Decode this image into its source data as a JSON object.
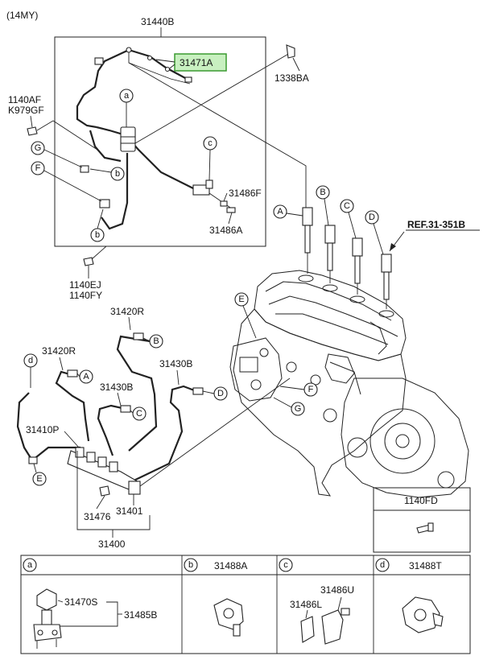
{
  "model_code": "(14MY)",
  "labels": {
    "p31440B": "31440B",
    "p31471A": "31471A",
    "p1338BA": "1338BA",
    "p1140AF": "1140AF",
    "pK979GF": "K979GF",
    "p31486F": "31486F",
    "p31486A": "31486A",
    "p1140EJ": "1140EJ",
    "p1140FY": "1140FY",
    "ref": "REF.31-351B",
    "p31420R_top": "31420R",
    "p31420R_left": "31420R",
    "p31430B_top": "31430B",
    "p31430B_mid": "31430B",
    "p31410P": "31410P",
    "p31476": "31476",
    "p31401": "31401",
    "p31400": "31400",
    "p1140FD": "1140FD",
    "p31470S": "31470S",
    "p31485B": "31485B",
    "p31488A": "31488A",
    "p31486U": "31486U",
    "p31486L": "31486L",
    "p31488T": "31488T"
  },
  "callouts": {
    "a": "a",
    "b": "b",
    "c": "c",
    "d": "d",
    "A": "A",
    "B": "B",
    "C": "C",
    "D": "D",
    "E": "E",
    "F": "F",
    "G": "G"
  },
  "highlight": {
    "part": "31471A",
    "color": "#c8f0c0"
  }
}
